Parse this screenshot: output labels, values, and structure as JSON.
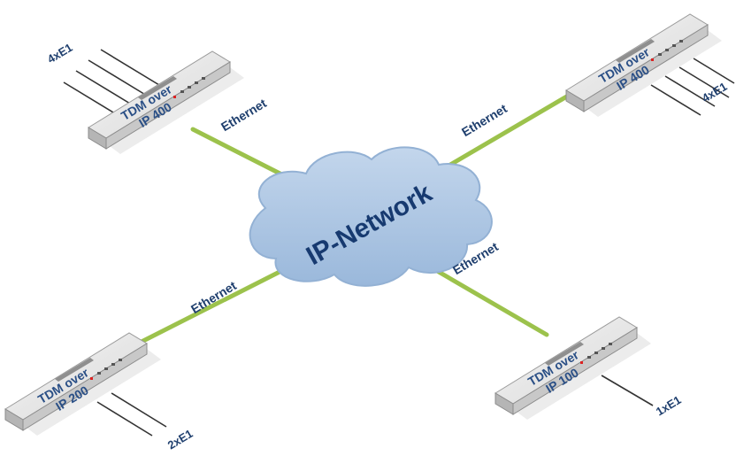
{
  "network": {
    "label": "IP-Network"
  },
  "links": [
    {
      "label": "Ethernet"
    },
    {
      "label": "Ethernet"
    },
    {
      "label": "Ethernet"
    },
    {
      "label": "Ethernet"
    }
  ],
  "devices": [
    {
      "line1": "TDM over",
      "line2": "IP 400",
      "ports": "4xE1"
    },
    {
      "line1": "TDM over",
      "line2": "IP 400",
      "ports": "4xE1"
    },
    {
      "line1": "TDM over",
      "line2": "IP 200",
      "ports": "2xE1"
    },
    {
      "line1": "TDM over",
      "line2": "IP 100",
      "ports": "1xE1"
    }
  ],
  "colors": {
    "ethernet_link": "#9cc24c",
    "cloud_fill": "#a9c4e2",
    "label_text": "#1f3f6e"
  }
}
